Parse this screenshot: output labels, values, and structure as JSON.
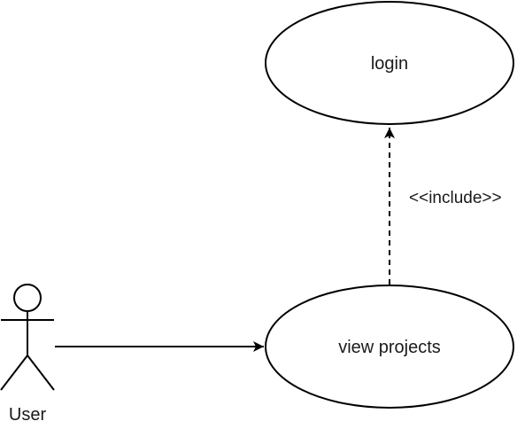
{
  "diagram": {
    "type": "use-case",
    "actor": {
      "name": "User"
    },
    "use_cases": [
      {
        "id": "login",
        "label": "login"
      },
      {
        "id": "view-projects",
        "label": "view projects"
      }
    ],
    "relations": [
      {
        "from": "User",
        "to": "view projects",
        "kind": "association",
        "label": ""
      },
      {
        "from": "view projects",
        "to": "login",
        "kind": "include",
        "label": "<<include>>"
      }
    ],
    "colors": {
      "stroke": "#000000",
      "fill": "#ffffff",
      "text": "#1a1a1a"
    }
  }
}
